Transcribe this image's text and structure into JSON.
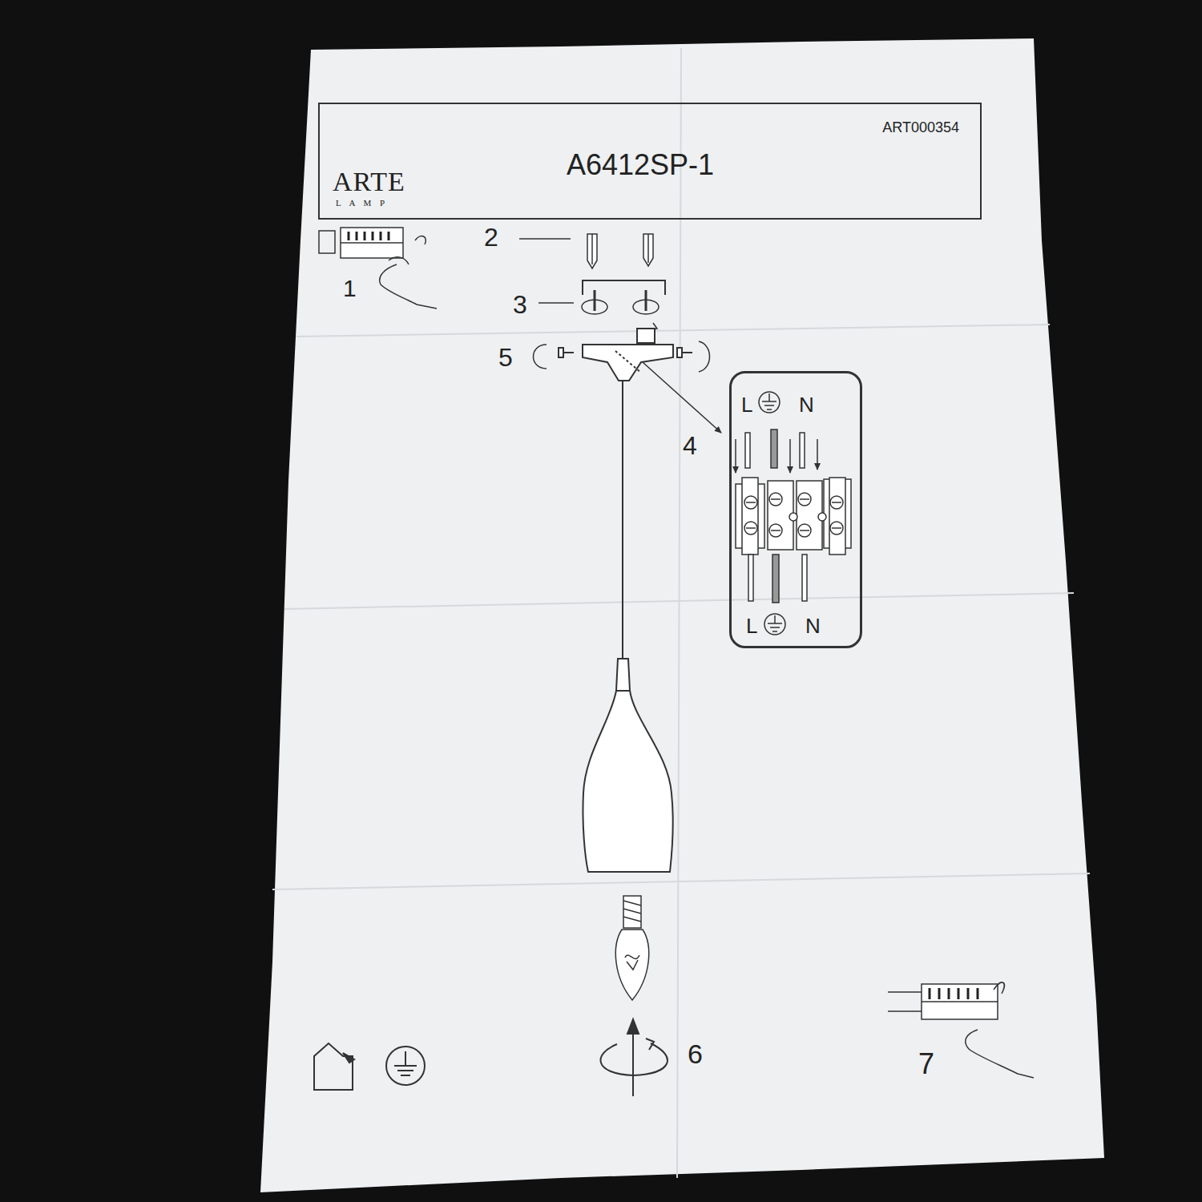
{
  "diagram": {
    "nodes": [
      {
        "text": [
          "ARTE",
          "L A M P",
          "A6412SP-1",
          "ART000354"
        ]
      },
      {
        "text": [
          "L",
          "N",
          "L",
          "N"
        ]
      }
    ],
    "labels": [
      "2",
      "1",
      "3",
      "5",
      "4",
      "6",
      "7"
    ]
  }
}
